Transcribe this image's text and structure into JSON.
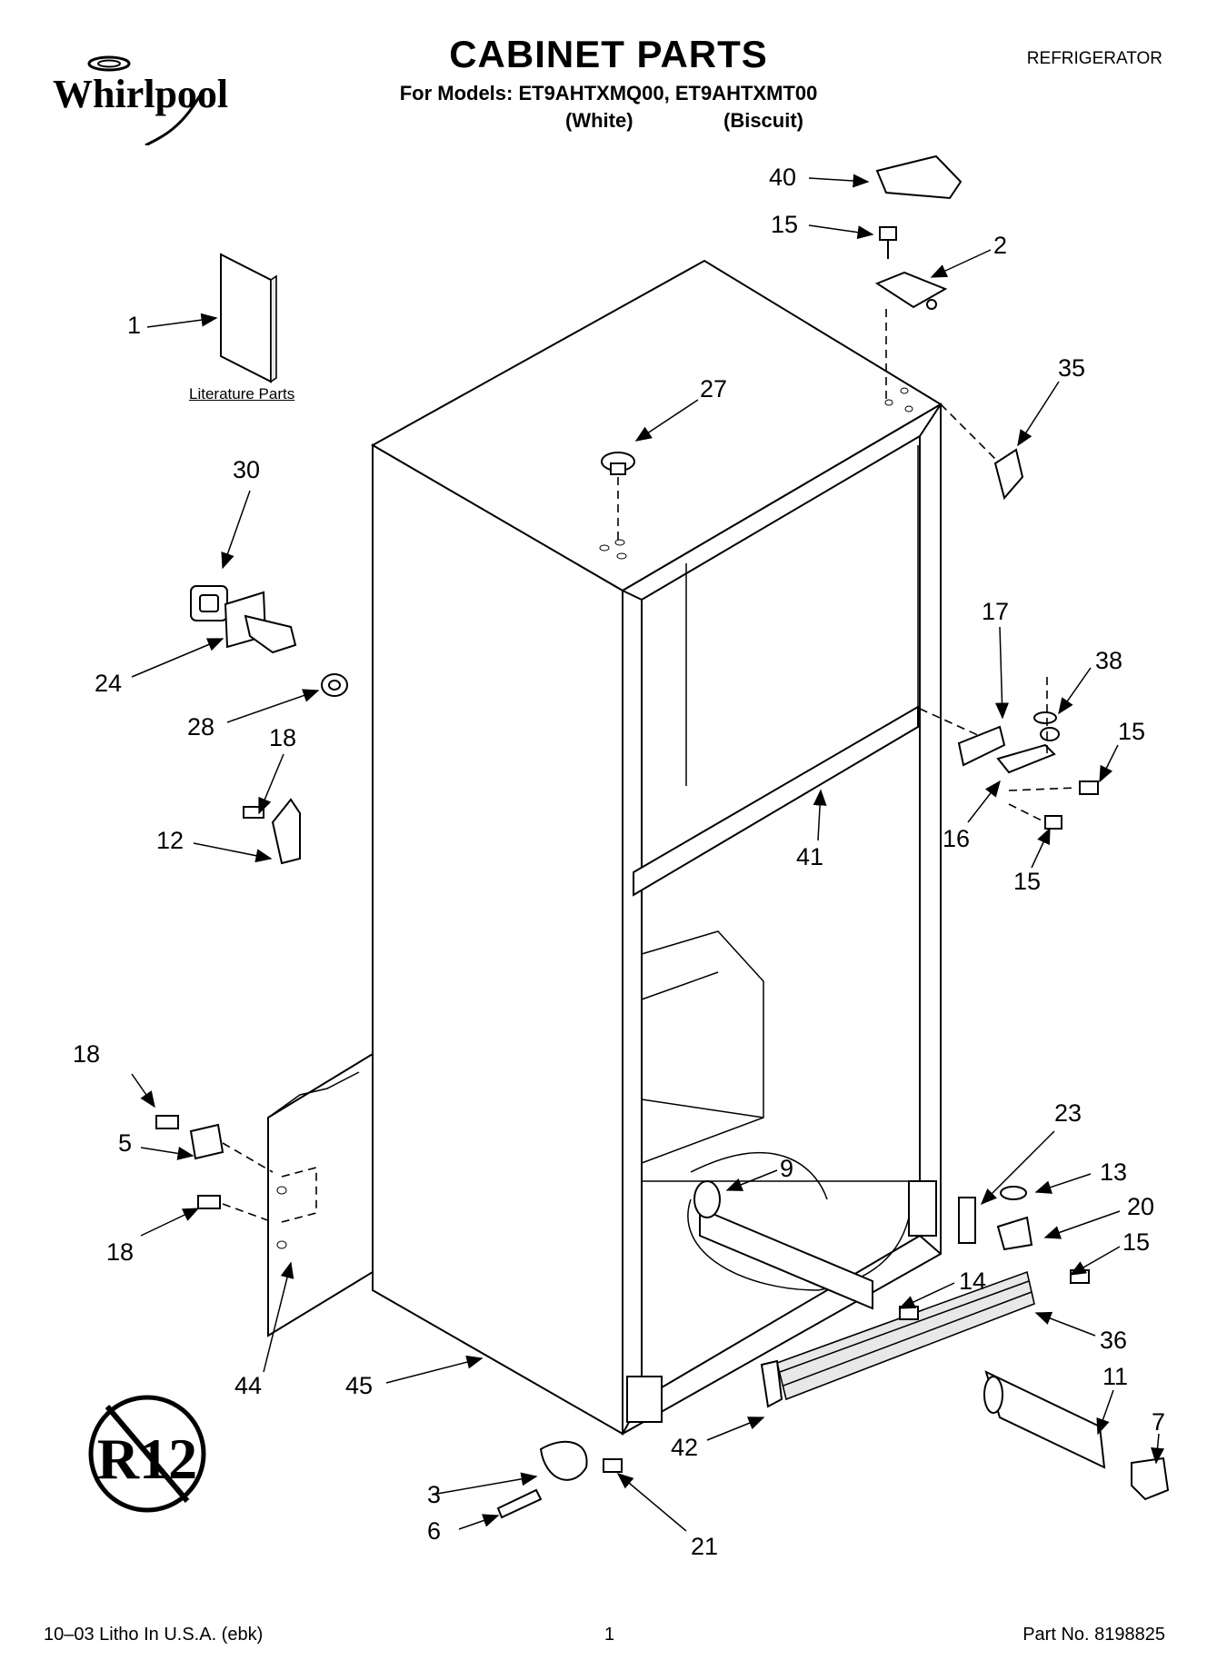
{
  "brand": "Whirlpool",
  "header": {
    "title": "CABINET PARTS",
    "models": "For Models: ET9AHTXMQ00, ET9AHTXMT00",
    "variant_white": "(White)",
    "variant_biscuit": "(Biscuit)",
    "category": "REFRIGERATOR"
  },
  "literature_label": "Literature Parts",
  "callouts": {
    "c1": "1",
    "c2": "2",
    "c3": "3",
    "c5": "5",
    "c6": "6",
    "c7": "7",
    "c9": "9",
    "c11": "11",
    "c12": "12",
    "c13": "13",
    "c14": "14",
    "c15a": "15",
    "c15b": "15",
    "c15c": "15",
    "c15d": "15",
    "c16": "16",
    "c17": "17",
    "c18a": "18",
    "c18b": "18",
    "c18c": "18",
    "c20": "20",
    "c21": "21",
    "c23": "23",
    "c24": "24",
    "c27": "27",
    "c28": "28",
    "c30": "30",
    "c35": "35",
    "c36": "36",
    "c38": "38",
    "c40": "40",
    "c41": "41",
    "c42": "42",
    "c44": "44",
    "c45": "45"
  },
  "badge": "R12",
  "footer": {
    "litho": "10–03 Litho In U.S.A. (ebk)",
    "page": "1",
    "part_no": "Part No. 8198825"
  }
}
